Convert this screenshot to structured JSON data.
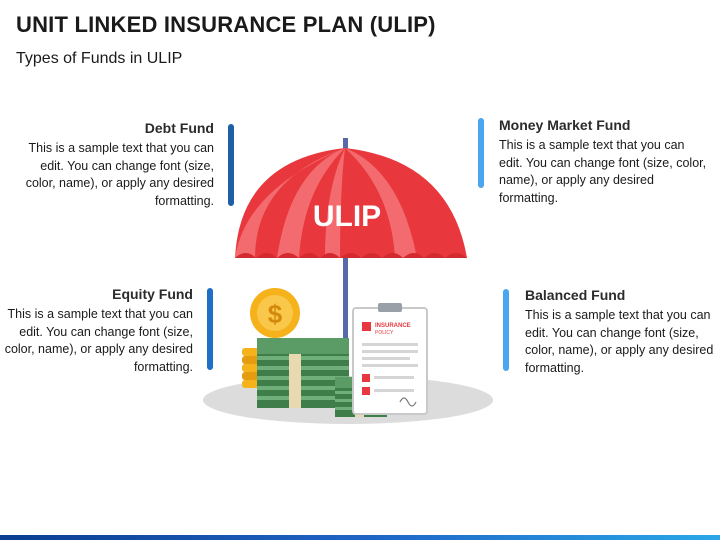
{
  "header": {
    "title": "UNIT LINKED INSURANCE PLAN (ULIP)",
    "subtitle": "Types of Funds in ULIP"
  },
  "umbrella_label": "ULIP",
  "policy_doc": {
    "line1": "INSURANCE",
    "line2": "POLICY"
  },
  "funds": {
    "debt": {
      "title": "Debt Fund",
      "text": "This is a sample text that you can edit. You can change font (size, color, name), or apply any desired formatting.",
      "color": "#1f5fa8"
    },
    "money_market": {
      "title": "Money Market Fund",
      "text": "This is a sample text that you can edit. You can change font (size, color, name), or apply any desired formatting.",
      "color": "#4aa6ee"
    },
    "equity": {
      "title": "Equity Fund",
      "text": "This is a sample text that you can edit. You can change font (size, color, name), or apply any desired formatting.",
      "color": "#1f6fc5"
    },
    "balanced": {
      "title": "Balanced Fund",
      "text": "This is a sample text that you can edit. You can change font (size, color, name), or apply any desired formatting.",
      "color": "#4aa6ee"
    }
  },
  "colors": {
    "umbrella_red": "#e8383d",
    "umbrella_light": "#f36b6e",
    "coin_gold": "#f6b21b",
    "cash_green": "#3f7d4a"
  }
}
